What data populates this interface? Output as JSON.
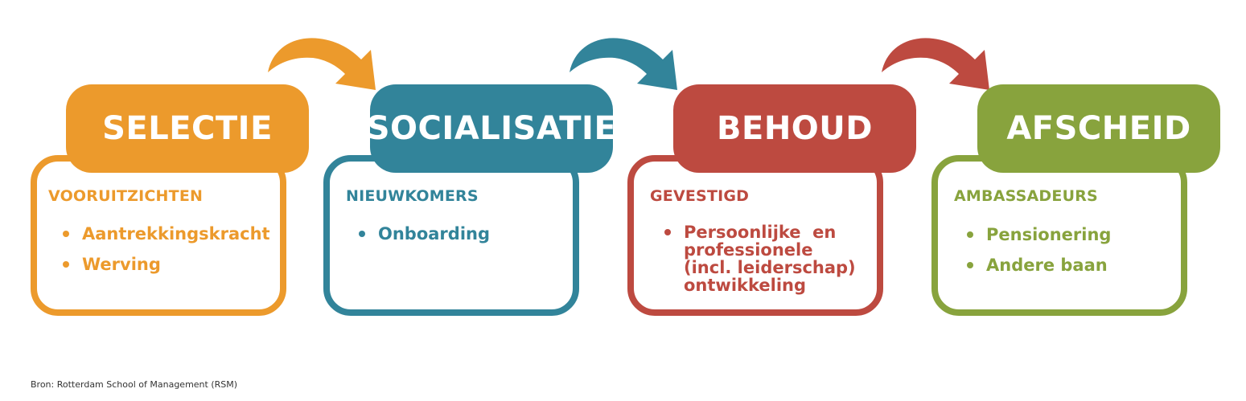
{
  "stages": [
    {
      "title": "SELECTIE",
      "color": "#ec9a2c",
      "subheading": "VOORUITZICHTEN",
      "items": [
        "Aantrekkingskracht",
        "Werving"
      ]
    },
    {
      "title": "SOCIALISATIE",
      "color": "#32849a",
      "subheading": "NIEUWKOMERS",
      "items": [
        "Onboarding"
      ]
    },
    {
      "title": "BEHOUD",
      "color": "#bd4a40",
      "subheading": "GEVESTIGD",
      "items": [
        "Persoonlijke en professionele (incl. leiderschap) ontwikkeling"
      ],
      "item_lines": [
        "Persoonlijke  en",
        "professionele",
        "(incl. leiderschap)",
        "ontwikkeling"
      ]
    },
    {
      "title": "AFSCHEID",
      "color": "#88a33d",
      "subheading": "AMBASSADEURS",
      "items": [
        "Pensionering",
        "Andere baan"
      ]
    }
  ],
  "arrows": [
    {
      "from": "SELECTIE",
      "to": "SOCIALISATIE",
      "color": "#ec9a2c",
      "icon": "curved-arrow-icon"
    },
    {
      "from": "SOCIALISATIE",
      "to": "BEHOUD",
      "color": "#32849a",
      "icon": "curved-arrow-icon"
    },
    {
      "from": "BEHOUD",
      "to": "AFSCHEID",
      "color": "#bd4a40",
      "icon": "curved-arrow-icon"
    }
  ],
  "source": "Bron: Rotterdam School of Management (RSM)"
}
